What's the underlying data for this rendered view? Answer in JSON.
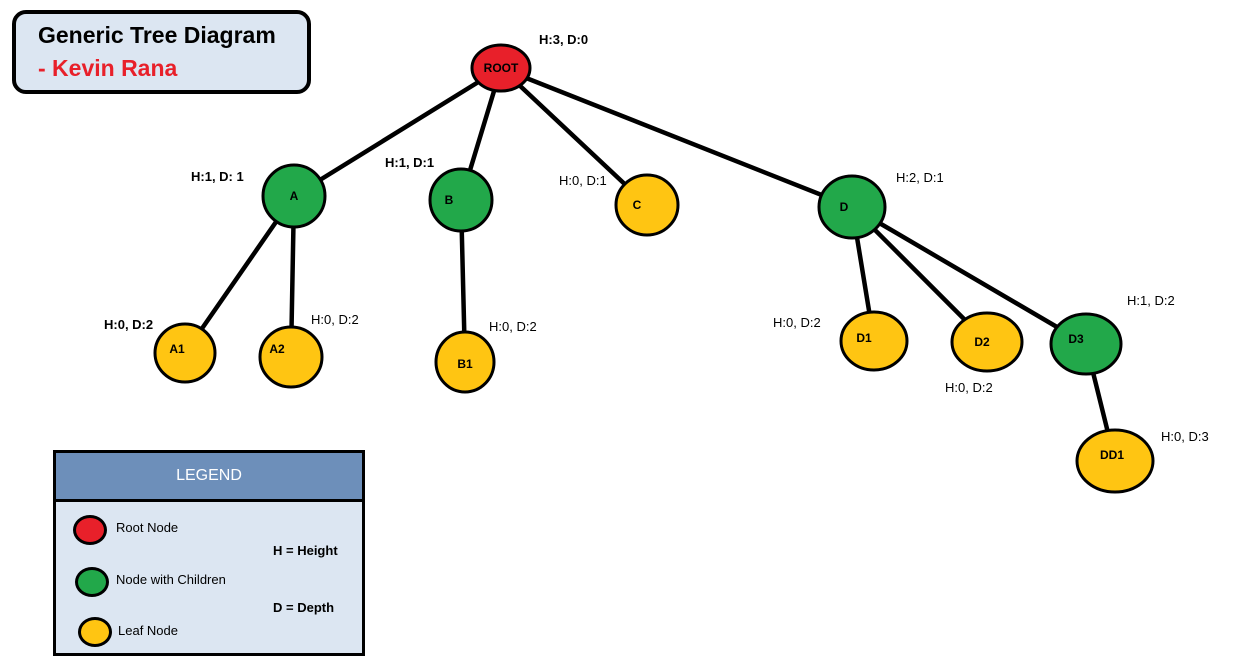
{
  "title": {
    "line1": "Generic Tree Diagram",
    "line2": "- Kevin Rana"
  },
  "colors": {
    "root": "#e8202a",
    "internal": "#22a84a",
    "leaf": "#ffc512",
    "panel": "#dce6f2",
    "legend_header": "#6d8fba",
    "title_accent": "#e8202a"
  },
  "nodes": [
    {
      "id": "root",
      "label": "ROOT",
      "kind": "root",
      "annotation": "H:3, D:0"
    },
    {
      "id": "a",
      "label": "A",
      "kind": "internal",
      "annotation": "H:1, D: 1"
    },
    {
      "id": "b",
      "label": "B",
      "kind": "internal",
      "annotation": "H:1, D:1"
    },
    {
      "id": "c",
      "label": "C",
      "kind": "leaf",
      "annotation": "H:0, D:1"
    },
    {
      "id": "d",
      "label": "D",
      "kind": "internal",
      "annotation": "H:2, D:1"
    },
    {
      "id": "a1",
      "label": "A1",
      "kind": "leaf",
      "annotation": "H:0, D:2"
    },
    {
      "id": "a2",
      "label": "A2",
      "kind": "leaf",
      "annotation": "H:0, D:2"
    },
    {
      "id": "b1",
      "label": "B1",
      "kind": "leaf",
      "annotation": "H:0, D:2"
    },
    {
      "id": "d1",
      "label": "D1",
      "kind": "leaf",
      "annotation": "H:0, D:2"
    },
    {
      "id": "d2",
      "label": "D2",
      "kind": "leaf",
      "annotation": "H:0, D:2"
    },
    {
      "id": "d3",
      "label": "D3",
      "kind": "internal",
      "annotation": "H:1, D:2"
    },
    {
      "id": "dd1",
      "label": "DD1",
      "kind": "leaf",
      "annotation": "H:0, D:3"
    }
  ],
  "edges": [
    [
      "root",
      "a"
    ],
    [
      "root",
      "b"
    ],
    [
      "root",
      "c"
    ],
    [
      "root",
      "d"
    ],
    [
      "a",
      "a1"
    ],
    [
      "a",
      "a2"
    ],
    [
      "b",
      "b1"
    ],
    [
      "d",
      "d1"
    ],
    [
      "d",
      "d2"
    ],
    [
      "d",
      "d3"
    ],
    [
      "d3",
      "dd1"
    ]
  ],
  "legend": {
    "header": "LEGEND",
    "items": [
      {
        "label": "Root Node",
        "kind": "root"
      },
      {
        "label": "Node with Children",
        "kind": "internal"
      },
      {
        "label": "Leaf Node",
        "kind": "leaf"
      }
    ],
    "notes": [
      "H = Height",
      "D = Depth"
    ]
  }
}
